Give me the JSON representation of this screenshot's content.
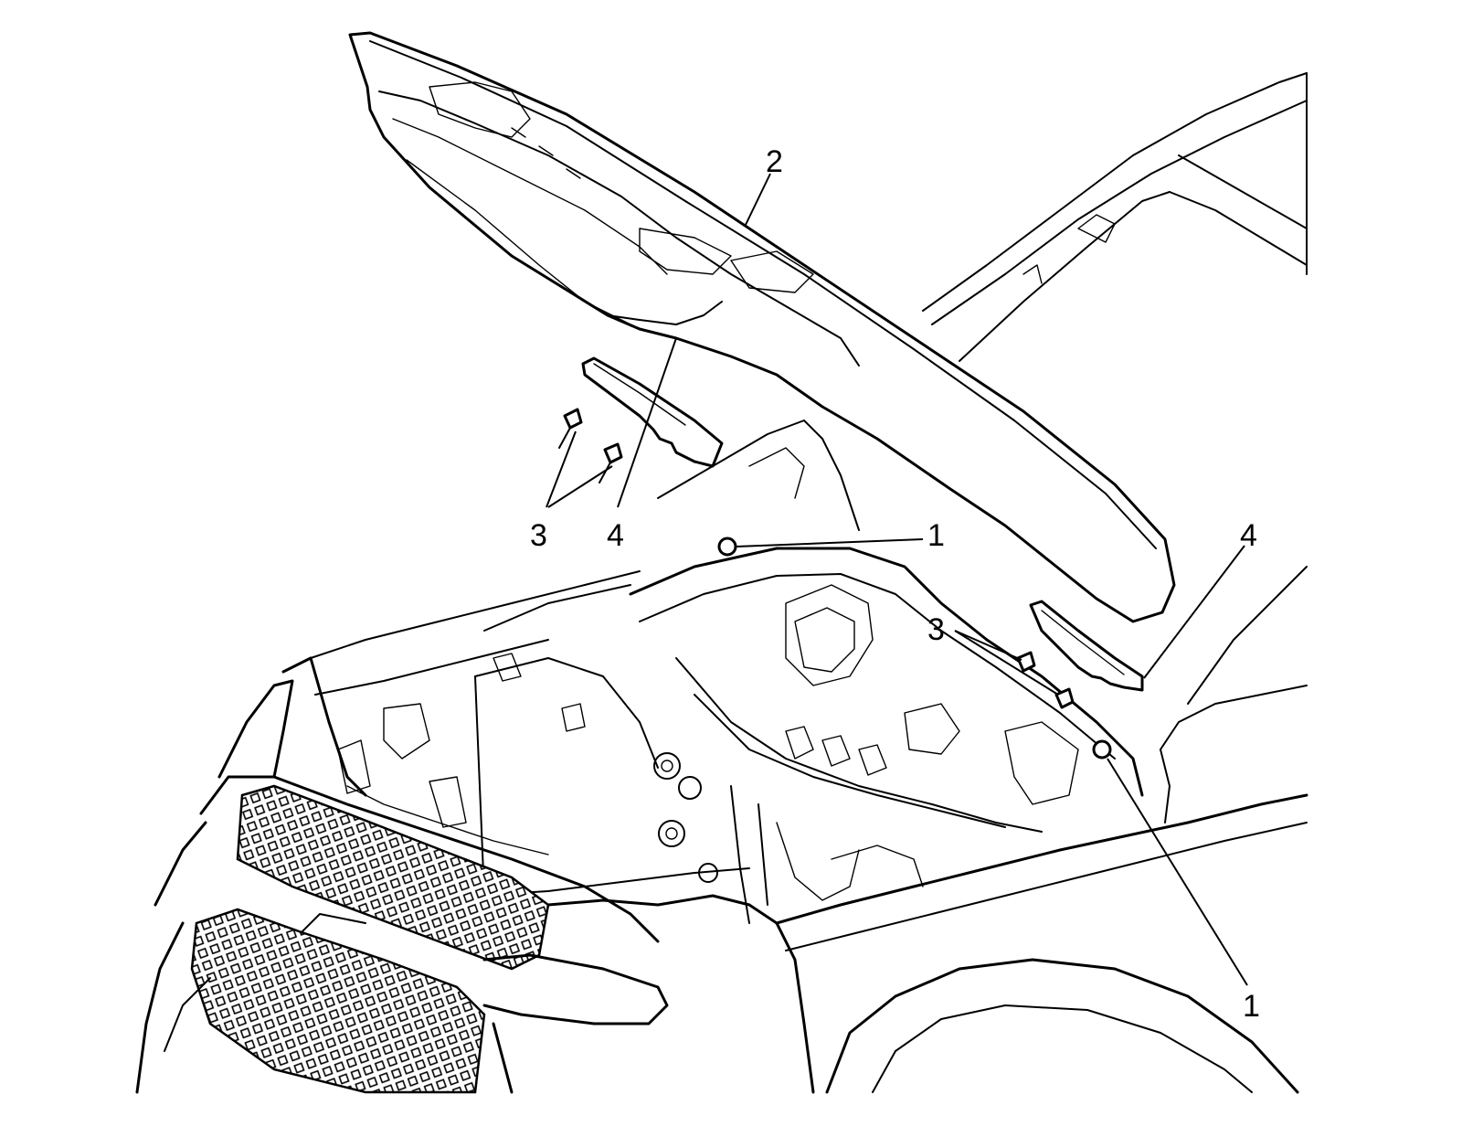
{
  "callouts": {
    "c1_top": "1",
    "c1_bottom": "1",
    "c2": "2",
    "c3_left": "3",
    "c3_right": "3",
    "c4_left": "4",
    "c4_right": "4"
  },
  "colors": {
    "line": "#000000",
    "background": "#ffffff"
  }
}
